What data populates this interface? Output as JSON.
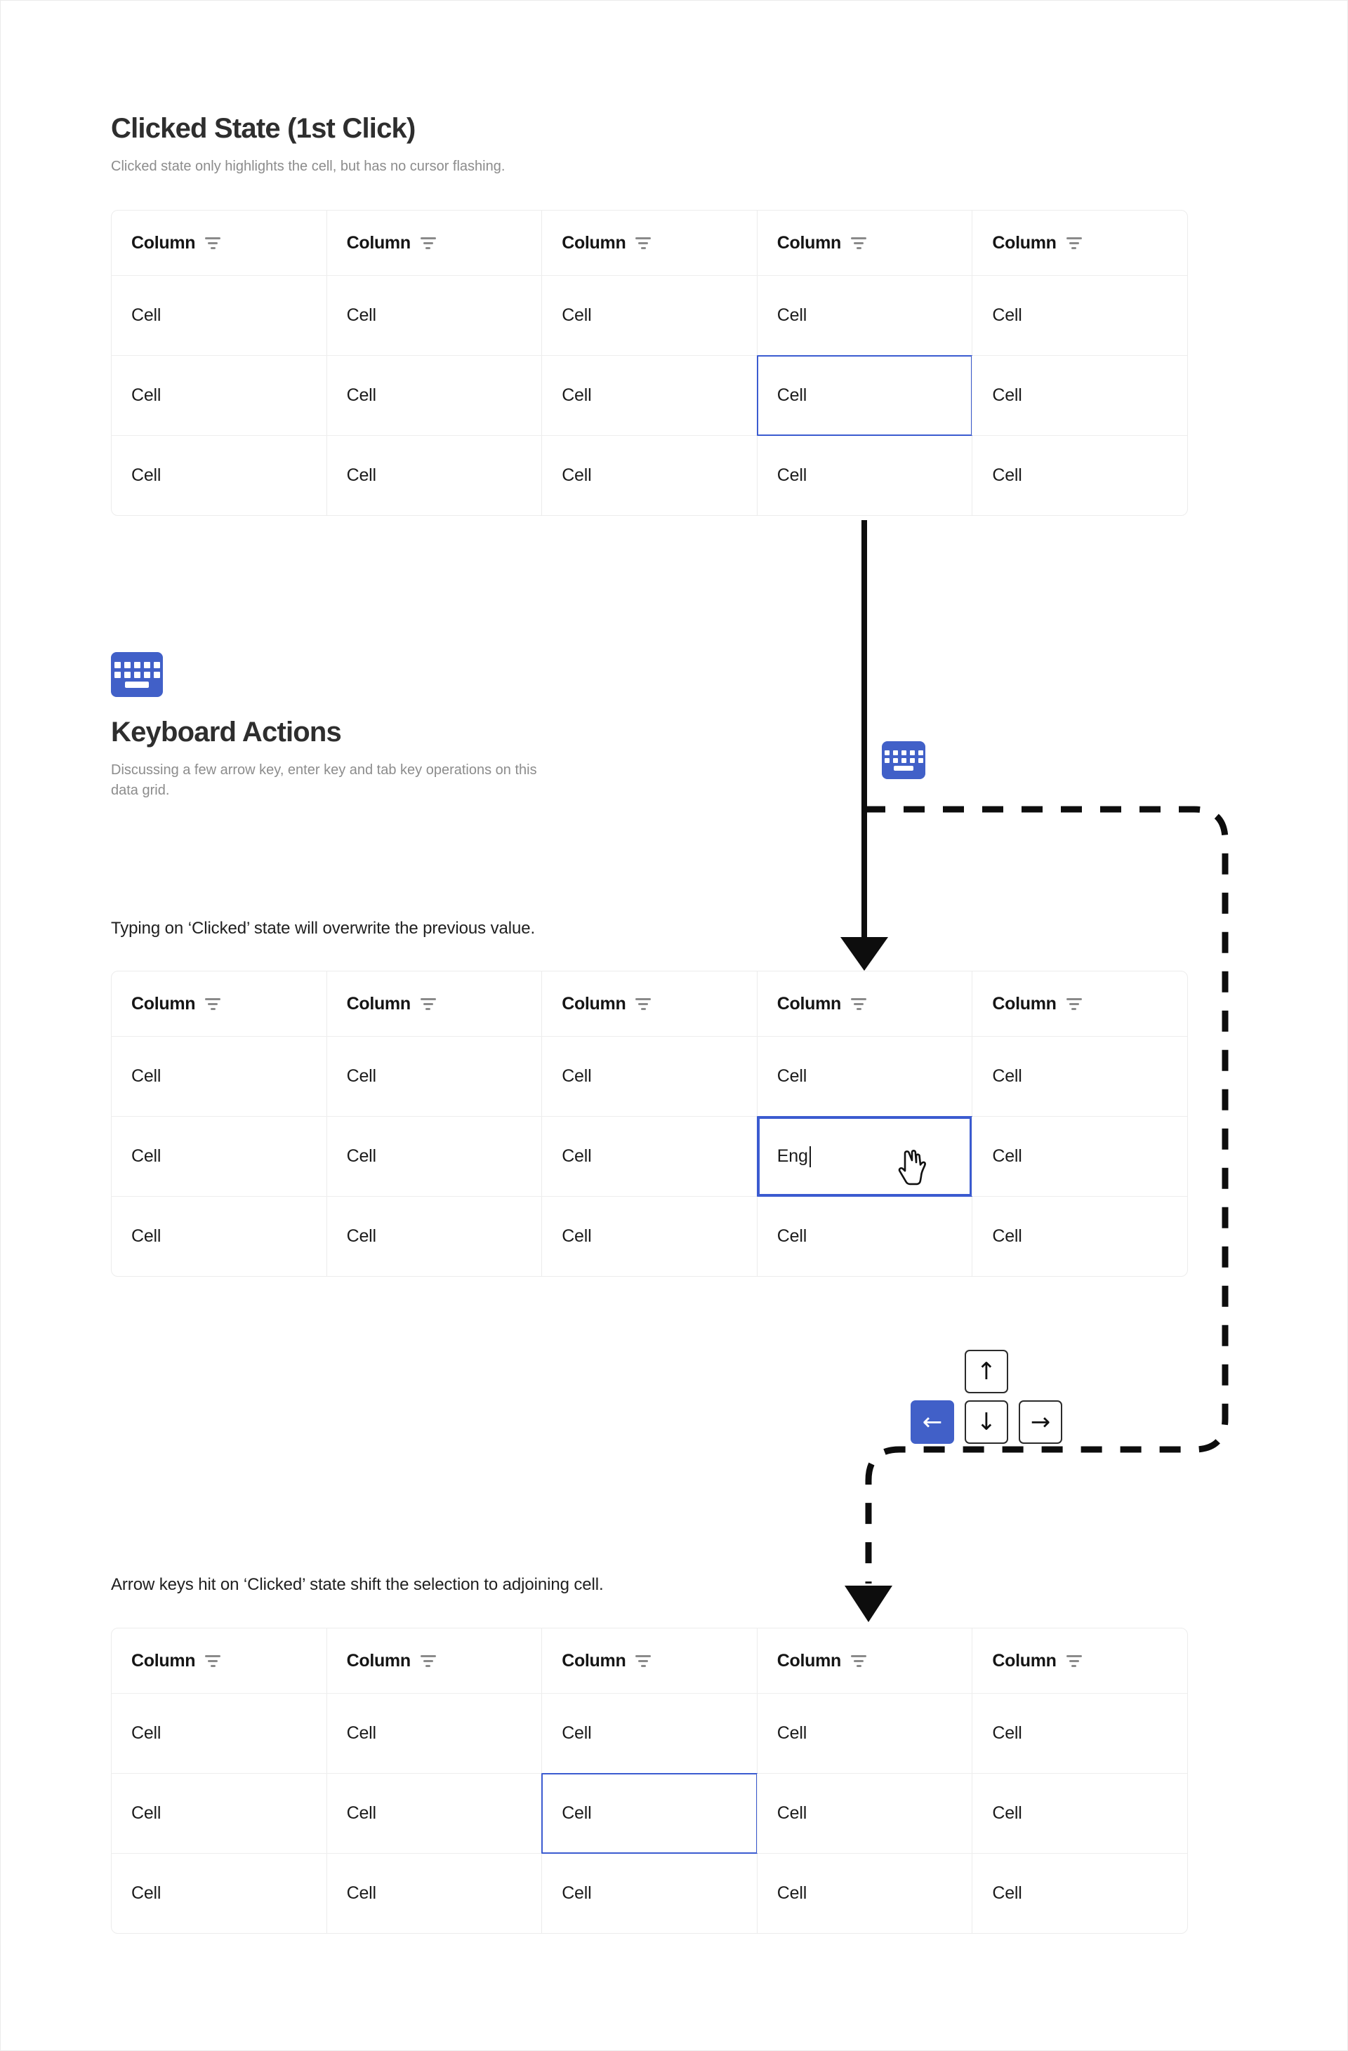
{
  "page": {
    "background": "#ffffff",
    "accent_color": "#4160c8",
    "selection_color": "#3b5bd0",
    "border_color": "#ececec"
  },
  "section_one": {
    "title": "Clicked State (1st Click)",
    "subtitle": "Clicked state only highlights the cell, but has no cursor flashing."
  },
  "keyboard_section": {
    "icon": "keyboard-icon",
    "title": "Keyboard Actions",
    "subtitle": "Discussing a few arrow key, enter key and tab key operations on this data grid."
  },
  "captions": {
    "typing": "Typing on ‘Clicked’ state will overwrite the previous value.",
    "arrow_keys": "Arrow keys hit on ‘Clicked’ state shift the selection to adjoining cell."
  },
  "grid": {
    "headers": [
      "Column",
      "Column",
      "Column",
      "Column",
      "Column"
    ],
    "header_icon": "filter-sort-icon",
    "cell_label": "Cell",
    "rows": [
      [
        "Cell",
        "Cell",
        "Cell",
        "Cell",
        "Cell"
      ],
      [
        "Cell",
        "Cell",
        "Cell",
        "Cell",
        "Cell"
      ],
      [
        "Cell",
        "Cell",
        "Cell",
        "Cell",
        "Cell"
      ]
    ]
  },
  "grid_one": {
    "selected_row": 2,
    "selected_col": 4,
    "selected_value": "Cell"
  },
  "grid_two": {
    "selected_row": 2,
    "selected_col": 4,
    "typed_value": "Eng",
    "cursor": "text-caret",
    "pointer": "hand-pointer-cursor"
  },
  "grid_three": {
    "selected_row": 2,
    "selected_col": 3,
    "selected_value": "Cell"
  },
  "arrow_keys": {
    "up": "↑",
    "down": "↓",
    "left": "←",
    "right": "→",
    "active": "left"
  },
  "keyboard_badge": {
    "name": "keyboard-icon"
  }
}
